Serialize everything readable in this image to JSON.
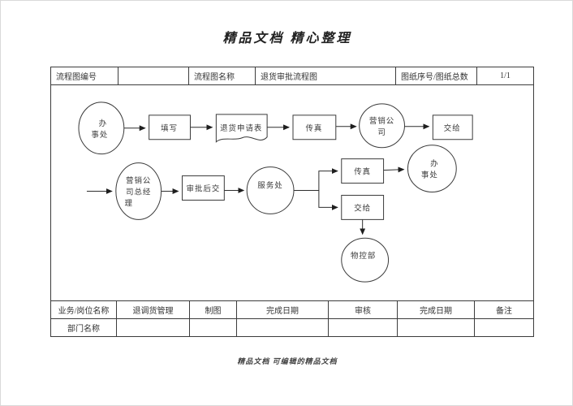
{
  "page": {
    "title": "精品文档 精心整理",
    "footer": "精品文档 可编辑的精品文档"
  },
  "header_row": {
    "flow_no_label": "流程图编号",
    "flow_no_value": "",
    "flow_name_label": "流程图名称",
    "flow_name_value": "退货审批流程图",
    "sheet_label": "图纸序号/图纸总数",
    "sheet_value": "1/1"
  },
  "flowchart": {
    "nodes": [
      {
        "id": "office-start",
        "type": "circle",
        "lines": [
          "办",
          "事处"
        ]
      },
      {
        "id": "fill-in",
        "type": "rect",
        "lines": [
          "填写"
        ]
      },
      {
        "id": "return-application-form",
        "type": "document",
        "lines": [
          "退货申请表"
        ]
      },
      {
        "id": "fax-1",
        "type": "rect",
        "lines": [
          "传真"
        ]
      },
      {
        "id": "marketing-company",
        "type": "circle",
        "lines": [
          "营销公",
          "司"
        ]
      },
      {
        "id": "hand-over-1",
        "type": "rect",
        "lines": [
          "交给"
        ]
      },
      {
        "id": "marketing-gm",
        "type": "circle",
        "lines": [
          "营销公",
          "司总经",
          "理"
        ]
      },
      {
        "id": "submit-after-approval",
        "type": "rect",
        "lines": [
          "审批后交"
        ]
      },
      {
        "id": "service-office",
        "type": "circle",
        "lines": [
          "服务处"
        ]
      },
      {
        "id": "fax-2",
        "type": "rect",
        "lines": [
          "传真"
        ]
      },
      {
        "id": "office-end",
        "type": "circle",
        "lines": [
          "办",
          "事处"
        ]
      },
      {
        "id": "hand-over-2",
        "type": "rect",
        "lines": [
          "交给"
        ]
      },
      {
        "id": "material-control-dept",
        "type": "circle",
        "lines": [
          "物控部"
        ]
      }
    ]
  },
  "bottom_table": {
    "headers": [
      "业务/岗位名称",
      "退调货管理",
      "制图",
      "完成日期",
      "审核",
      "完成日期",
      "备注"
    ],
    "row2": [
      "部门名称",
      "",
      "",
      "",
      "",
      "",
      ""
    ]
  },
  "colors": {
    "line": "#3a3a3a",
    "text": "#333333",
    "background": "#ffffff"
  }
}
